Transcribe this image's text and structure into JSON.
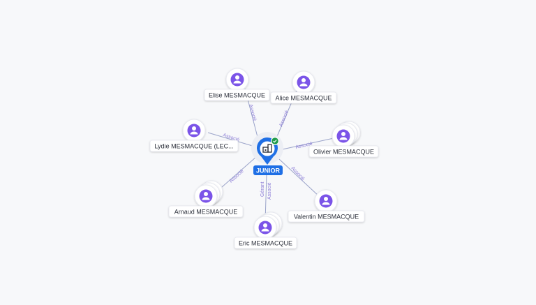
{
  "graph": {
    "center": {
      "label": "JUNIOR",
      "icon": "company-icon",
      "status_icon": "verified-check-icon",
      "color": "#1f6fe5"
    },
    "person_icon": "person-icon",
    "accent": "#7b54e8",
    "nodes": [
      {
        "id": "elise",
        "label": "Elise MESMACQUE",
        "relation": "Associé",
        "stacked": false
      },
      {
        "id": "alice",
        "label": "Alice MESMACQUE",
        "relation": "Associé",
        "stacked": false
      },
      {
        "id": "lydie",
        "label": "Lydie MESMACQUE (LEC...",
        "relation": "Associé",
        "stacked": false
      },
      {
        "id": "olivier",
        "label": "Olivier MESMACQUE",
        "relation": "Associé",
        "stacked": true
      },
      {
        "id": "arnaud",
        "label": "Arnaud MESMACQUE",
        "relation": "Associé",
        "stacked": true
      },
      {
        "id": "valentin",
        "label": "Valentin MESMACQUE",
        "relation": "Associé",
        "stacked": false
      },
      {
        "id": "eric",
        "label": "Eric MESMACQUE",
        "relation": "Gérant",
        "relation2": "Associé",
        "stacked": true
      }
    ]
  }
}
